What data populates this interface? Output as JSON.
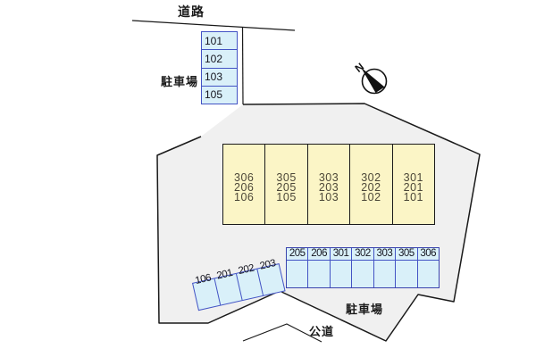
{
  "diagram": {
    "labels": {
      "road_top": "道路",
      "parking_top": "駐車場",
      "parking_bottom": "駐車場",
      "public_road": "公道",
      "compass_north": "N"
    },
    "top_parking": {
      "spaces": [
        "101",
        "102",
        "103",
        "105"
      ]
    },
    "building": {
      "units": [
        {
          "lines": [
            "306",
            "206",
            "106"
          ]
        },
        {
          "lines": [
            "305",
            "205",
            "105"
          ]
        },
        {
          "lines": [
            "303",
            "203",
            "103"
          ]
        },
        {
          "lines": [
            "302",
            "202",
            "102"
          ]
        },
        {
          "lines": [
            "301",
            "201",
            "101"
          ]
        }
      ]
    },
    "bottom_parking": {
      "spaces": [
        "205",
        "206",
        "301",
        "302",
        "303",
        "305",
        "306"
      ]
    },
    "tilted_parking": {
      "spaces": [
        "106",
        "201",
        "202",
        "203"
      ]
    },
    "colors": {
      "site_fill": "#f0f0f0",
      "building_fill": "#fbf5c6",
      "parking_fill": "#d9f0f9",
      "parking_border": "#4353c4",
      "outline": "#1a1a1a"
    }
  }
}
